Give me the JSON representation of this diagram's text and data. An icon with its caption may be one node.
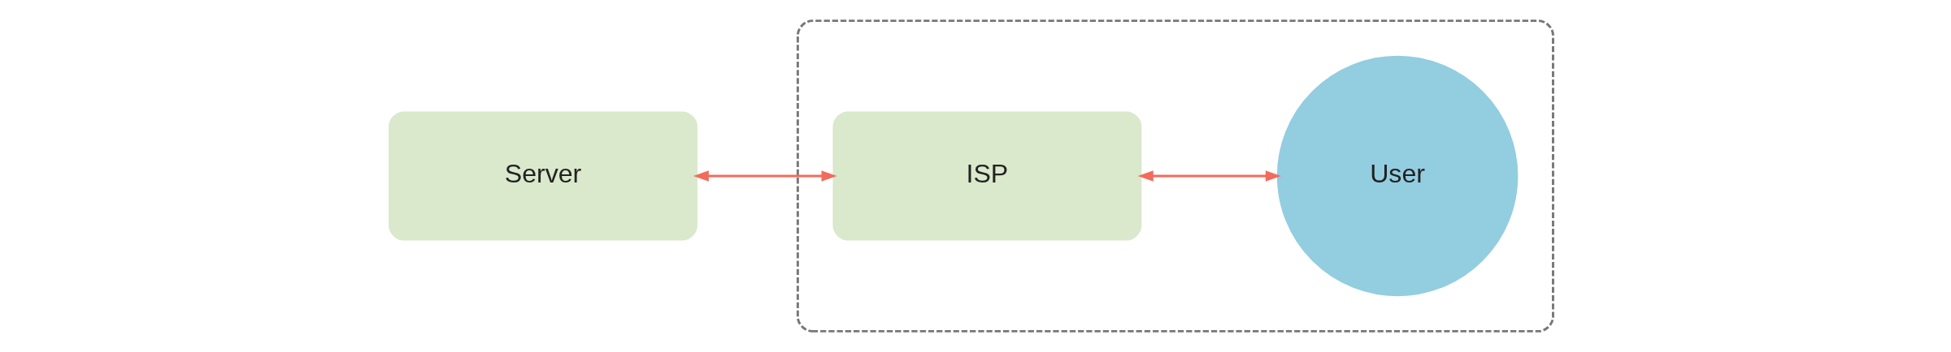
{
  "diagram": {
    "nodes": [
      {
        "text": [
          "Server"
        ]
      },
      {
        "text": [],
        "shape": "box"
      },
      {
        "text": [
          "ISP"
        ],
        "in": 1
      },
      {
        "text": [
          "User"
        ],
        "in": 1
      }
    ],
    "edges": [
      {
        "from": 0,
        "to": 2,
        "arrow": "both"
      },
      {
        "from": 2,
        "to": 3,
        "arrow": "both"
      }
    ]
  }
}
